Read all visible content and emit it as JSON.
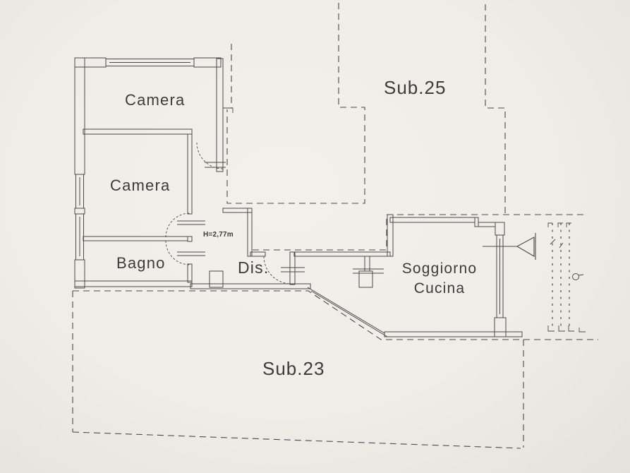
{
  "rooms": {
    "camera_top": "Camera",
    "camera_mid": "Camera",
    "bagno": "Bagno",
    "disimpegno": "Dis.",
    "soggiorno_line1": "Soggiorno",
    "soggiorno_line2": "Cucina"
  },
  "parcels": {
    "sub25": "Sub.25",
    "sub23": "Sub.23"
  },
  "annotations": {
    "ceiling_height": "H=2,77m"
  },
  "colors": {
    "paper": "#f0ede8",
    "ink": "#4a4a4a",
    "text": "#3c3c3c"
  }
}
